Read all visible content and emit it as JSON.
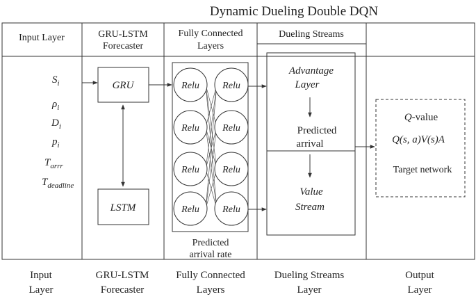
{
  "title": "Dynamic Dueling Double DQN",
  "columns": [
    {
      "header": [
        "Input Layer"
      ],
      "caption": [
        "Input",
        "Layer"
      ]
    },
    {
      "header": [
        "GRU-LSTM",
        "Forecaster"
      ],
      "caption": [
        "GRU-LSTM",
        "Forecaster"
      ]
    },
    {
      "header": [
        "Fully Connected",
        "Layers"
      ],
      "caption": [
        "Fully Connected",
        "Layers"
      ]
    },
    {
      "header": [
        "Dueling Streams"
      ],
      "caption": [
        "Dueling Streams",
        "Layer"
      ]
    },
    {
      "header": [],
      "caption": [
        "Output",
        "Layer"
      ]
    }
  ],
  "inputs": [
    {
      "base": "S",
      "sub": "i"
    },
    {
      "base": "ρ",
      "sub": "i"
    },
    {
      "base": "D",
      "sub": "i"
    },
    {
      "base": "p",
      "sub": "i"
    },
    {
      "base": "T",
      "sub": "arrr"
    },
    {
      "base": "T",
      "sub": "deadline"
    }
  ],
  "forecaster": {
    "gru": "GRU",
    "lstm": "LSTM"
  },
  "fc": {
    "node_label": "Relu",
    "caption": [
      "Predicted",
      "arrival rate"
    ]
  },
  "dueling": {
    "advantage": [
      "Advantage",
      "Layer"
    ],
    "predicted": [
      "Predicted",
      "arrival"
    ],
    "value": [
      "Value",
      "Stream"
    ]
  },
  "output": {
    "qvalue_prefix": "Q",
    "qvalue_suffix": "-value",
    "formula": "Q(s, a)V(s)A",
    "target": "Target network"
  }
}
